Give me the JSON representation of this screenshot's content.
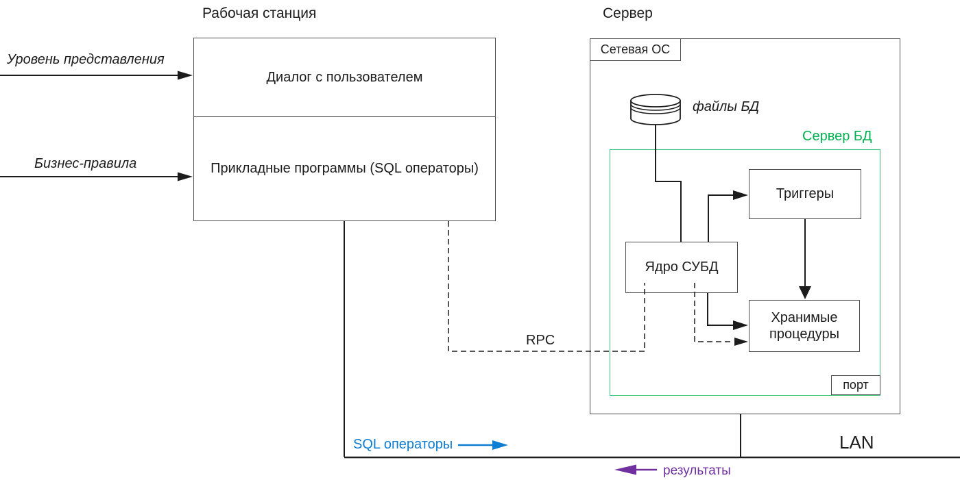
{
  "colors": {
    "line": "#1c1c1c",
    "box-border": "#4c4c4c",
    "green": "#00b050",
    "green-border": "#3cc47e",
    "blue": "#0f7dd2",
    "purple": "#7030a0"
  },
  "workstation": {
    "title": "Рабочая станция",
    "sections": [
      {
        "label": "Диалог с пользователем"
      },
      {
        "label": "Прикладные программы (SQL операторы)"
      }
    ]
  },
  "inputs": [
    {
      "label": "Уровень представления"
    },
    {
      "label": "Бизнес-правила"
    }
  ],
  "server": {
    "title": "Сервер",
    "network_os_label": "Сетевая ОС",
    "db_files_label": "файлы БД",
    "db_server_label": "Сервер БД",
    "kernel_label": "Ядро СУБД",
    "triggers_label": "Триггеры",
    "stored_procedures_label": "Хранимые процедуры",
    "port_label": "порт"
  },
  "connections": {
    "rpc_label": "RPC",
    "sql_label": "SQL операторы",
    "results_label": "результаты",
    "lan_label": "LAN"
  }
}
